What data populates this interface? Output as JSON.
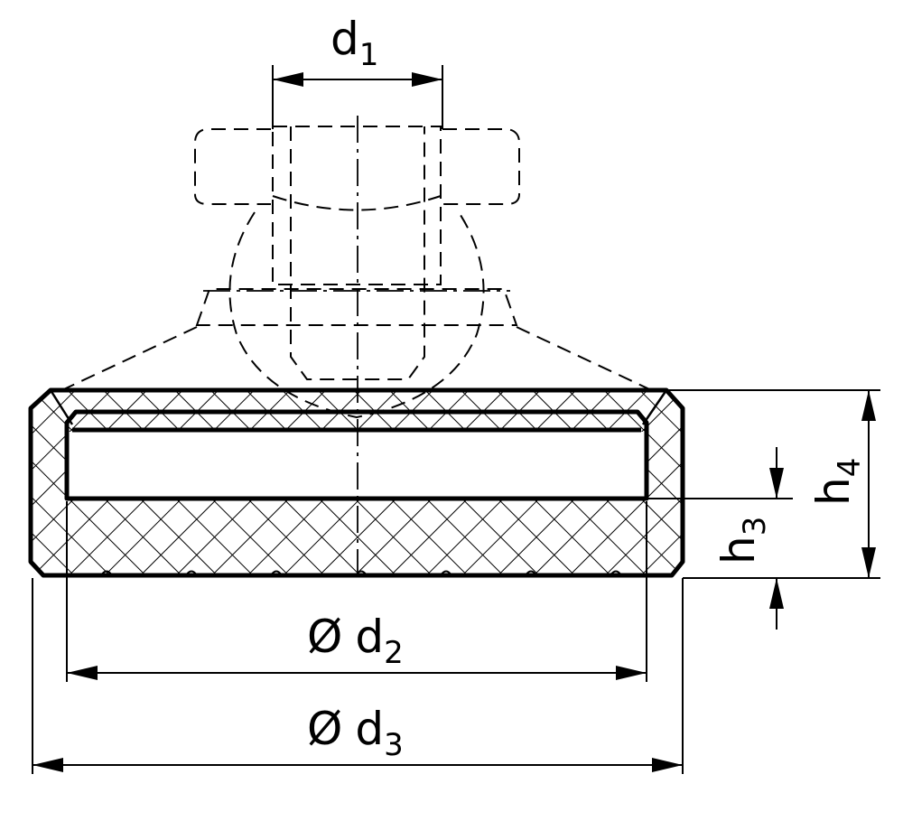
{
  "labels": {
    "d1": {
      "main": "d",
      "sub": "1"
    },
    "d2": {
      "prefix": "Ø",
      "main": "d",
      "sub": "2"
    },
    "d3": {
      "prefix": "Ø",
      "main": "d",
      "sub": "3"
    },
    "h3": {
      "main": "h",
      "sub": "3"
    },
    "h4": {
      "main": "h",
      "sub": "4"
    }
  }
}
